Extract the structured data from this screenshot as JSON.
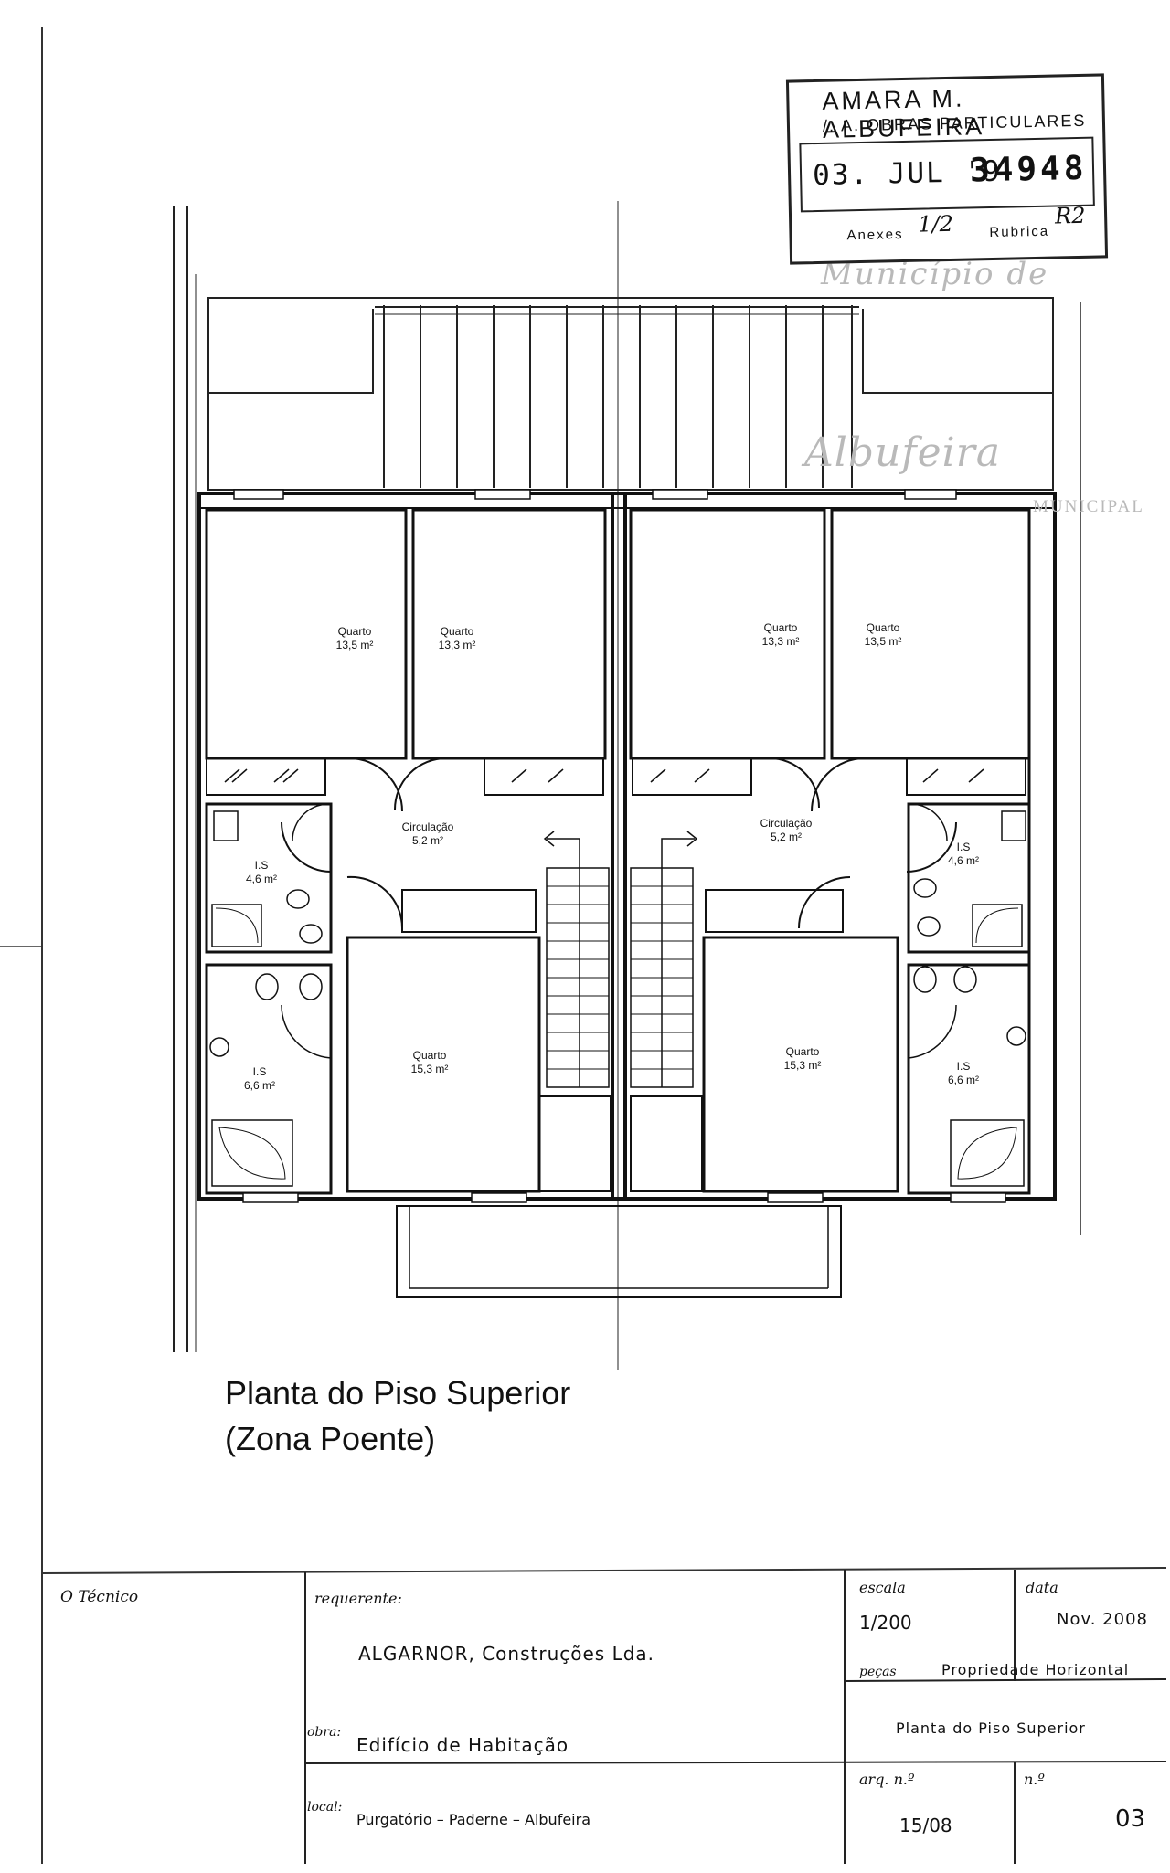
{
  "plan": {
    "title_line1": "Planta do Piso Superior",
    "title_line2": "(Zona Poente)",
    "rooms": [
      {
        "name": "Quarto",
        "area": "13,5 m²"
      },
      {
        "name": "Quarto",
        "area": "13,3 m²"
      },
      {
        "name": "Quarto",
        "area": "13,3 m²"
      },
      {
        "name": "Quarto",
        "area": "13,5 m²"
      },
      {
        "name": "Circulação",
        "area": "5,2 m²"
      },
      {
        "name": "Circulação",
        "area": "5,2 m²"
      },
      {
        "name": "I.S",
        "area": "4,6 m²"
      },
      {
        "name": "I.S",
        "area": "4,6 m²"
      },
      {
        "name": "I.S",
        "area": "6,6 m²"
      },
      {
        "name": "I.S",
        "area": "6,6 m²"
      },
      {
        "name": "Quarto",
        "area": "15,3 m²"
      },
      {
        "name": "Quarto",
        "area": "15,3 m²"
      }
    ]
  },
  "stamp": {
    "line1": "AMARA M. ALBUFEIRA",
    "line2": "/. A. OBRAS PARTICULARES",
    "date": "03. JUL '9",
    "number": "34948",
    "annex_label": "Anexes",
    "annex_sig": "1/2",
    "rubric_label": "Rubrica",
    "rubric_sig": "R2"
  },
  "watermark": {
    "line1": "Município de",
    "line2": "Albufeira",
    "line3": "MUNICIPAL"
  },
  "title_block": {
    "tecnico_label": "O Técnico",
    "requerente_label": "requerente:",
    "requerente_value": "ALGARNOR, Construções Lda.",
    "obra_label": "obra:",
    "obra_value": "Edifício de Habitação",
    "local_label": "local:",
    "local_value": "Purgatório – Paderne – Albufeira",
    "escala_label": "escala",
    "escala_value": "1/200",
    "data_label": "data",
    "data_value": "Nov. 2008",
    "pecas_label": "peças",
    "pecas_value": "Propriedade Horizontal",
    "peca_name": "Planta do Piso Superior",
    "arq_label": "arq. n.º",
    "arq_value": "15/08",
    "n_label": "n.º",
    "n_value": "03"
  }
}
